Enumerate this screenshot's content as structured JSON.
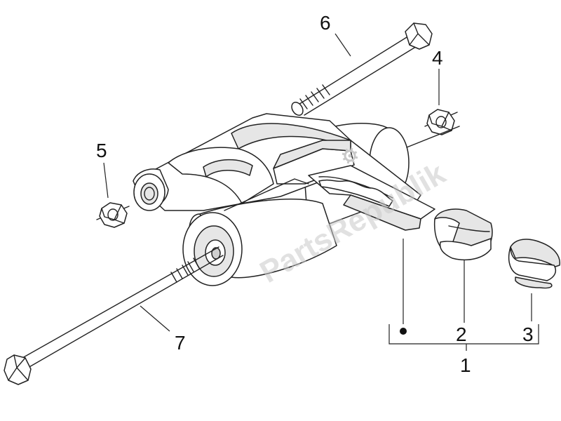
{
  "callouts": {
    "c1": "1",
    "c2": "2",
    "c3": "3",
    "c4": "4",
    "c5": "5",
    "c6": "6",
    "c7": "7"
  },
  "watermark": {
    "text": "PartsRepublik"
  },
  "colors": {
    "line": "#222222",
    "watermark": "#c8c8c8"
  }
}
